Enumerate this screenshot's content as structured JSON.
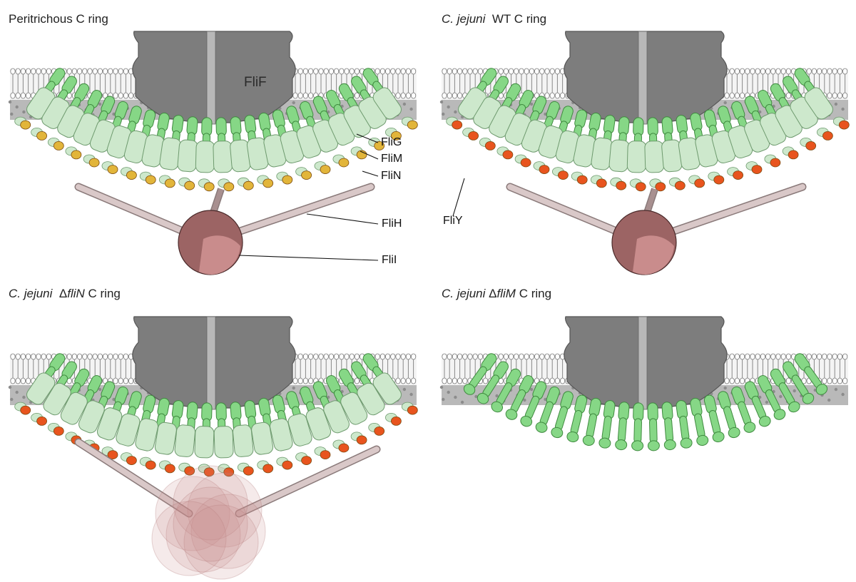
{
  "panels": [
    {
      "id": "peritrichous",
      "title_plain": "Peritrichous C ring",
      "title_italic": "",
      "title_delta": "",
      "title_italic2": "",
      "title_suffix": ""
    },
    {
      "id": "wt",
      "title_plain": "",
      "title_italic": "C. jejuni",
      "title_delta": "",
      "title_italic2": "",
      "title_suffix": "  WT C ring"
    },
    {
      "id": "dflin",
      "title_plain": "",
      "title_italic": "C. jejuni",
      "title_delta": "  Δ",
      "title_italic2": "fliN",
      "title_suffix": " C ring"
    },
    {
      "id": "dflim",
      "title_plain": "",
      "title_italic": "C. jejuni",
      "title_delta": " Δ",
      "title_italic2": "fliM",
      "title_suffix": " C ring"
    }
  ],
  "labels": {
    "flif": "FliF",
    "flig": "FliG",
    "flim": "FliM",
    "flin": "FliN",
    "flih": "FliH",
    "flii": "FliI",
    "fliy": "FliY"
  },
  "colors": {
    "membrane_head": "#ffffff",
    "membrane_line": "#888888",
    "flif_gray": "#7d7d7d",
    "flig_green": "#86d786",
    "flim_pale": "#cde8cc",
    "flin_yellow": "#e2b53a",
    "fliy_orange": "#e8541e",
    "flii_pink": "#c98c8c",
    "flih_rod": "#d9c8c8"
  }
}
